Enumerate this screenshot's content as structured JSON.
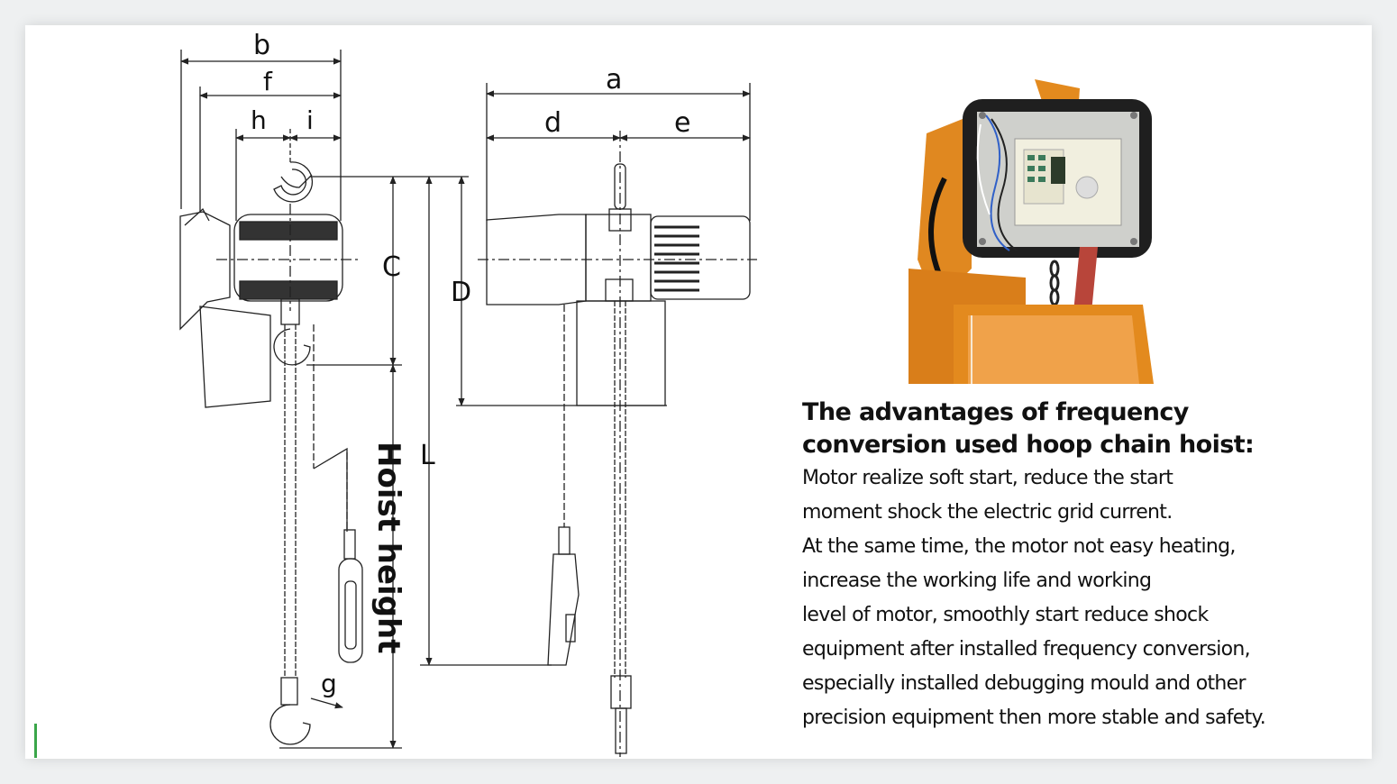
{
  "dimension_labels": {
    "b": "b",
    "f": "f",
    "h": "h",
    "i": "i",
    "C": "C",
    "L": "L",
    "g": "g",
    "a": "a",
    "d": "d",
    "e": "e",
    "D": "D",
    "hoist_height": "Hoist height"
  },
  "heading_lines": [
    "The advantages of frequency",
    "conversion used hoop chain hoist:"
  ],
  "body_lines": [
    "Motor realize soft start, reduce the start",
    "moment shock the electric grid current.",
    "At the same time, the motor not easy heating,",
    "increase the working life and working",
    "level of motor, smoothly start reduce shock",
    "equipment after installed frequency conversion,",
    "especially installed debugging mould and other",
    "precision equipment then more stable and safety."
  ],
  "colors": {
    "hoist_orange": "#e38a1e",
    "panel_grey": "#d9d9d4",
    "accent_green": "#3aa64a"
  }
}
